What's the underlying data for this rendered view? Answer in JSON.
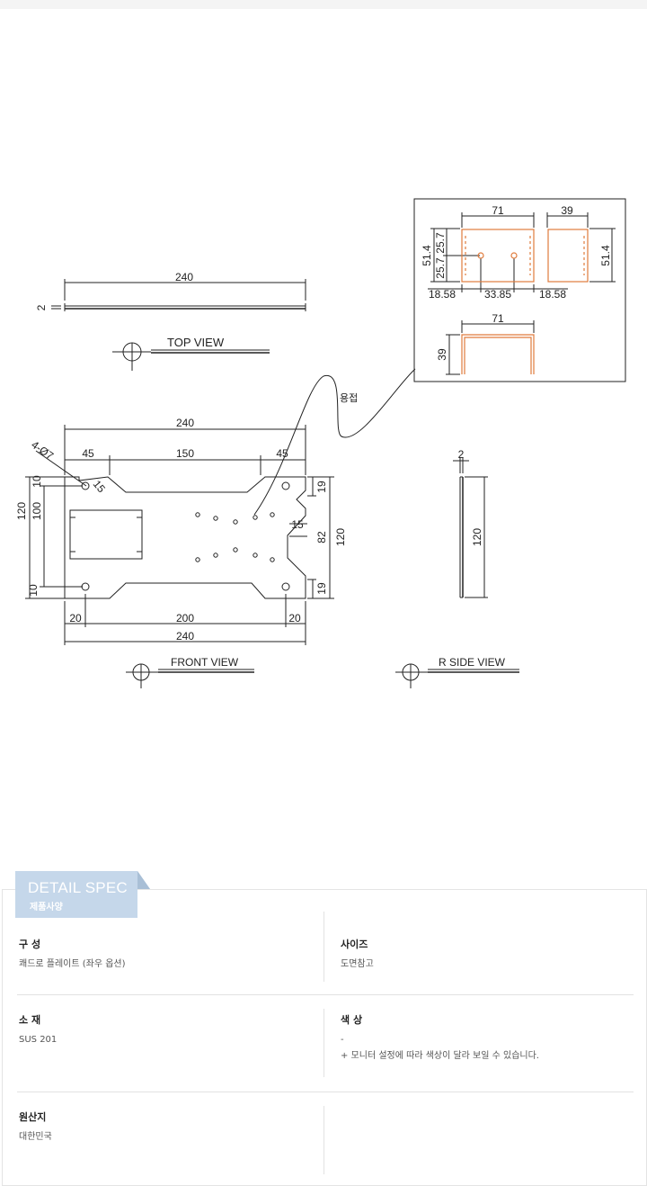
{
  "drawing": {
    "top_view": {
      "title": "TOP VIEW",
      "dim_length": "240",
      "dim_thickness": "2"
    },
    "front_view": {
      "title": "FRONT VIEW",
      "dim_total_top": "240",
      "dim_left": "45",
      "dim_mid": "150",
      "dim_right": "45",
      "hole_note": "4-Ø7",
      "dim_15_top": "15",
      "dim_height_120": "120",
      "dim_height_100": "100",
      "dim_10_top": "10",
      "dim_10_bottom": "10",
      "dim_19_top": "19",
      "dim_15_right": "15",
      "dim_82": "82",
      "dim_19_bottom": "19",
      "dim_120_right": "120",
      "dim_20_left": "20",
      "dim_200": "200",
      "dim_20_right": "20",
      "dim_total_bottom": "240"
    },
    "side_view": {
      "title": "R SIDE VIEW",
      "dim_thickness": "2",
      "dim_height": "120"
    },
    "weld_label": "용접",
    "detail_box": {
      "dim_71_a": "71",
      "dim_39_a": "39",
      "dim_51_4_left": "51.4",
      "dim_25_7_a": "25.7",
      "dim_25_7_b": "25.7",
      "dim_51_4_right": "51.4",
      "dim_18_58_left": "18.58",
      "dim_33_85": "33.85",
      "dim_18_58_right": "18.58",
      "dim_71_b": "71",
      "dim_39_b": "39"
    }
  },
  "spec": {
    "tab_title": "DETAIL SPEC",
    "tab_subtitle": "제품사양",
    "items": [
      {
        "label": "구 성",
        "values": [
          "쾌드로 플레이트 (좌우 옵션)"
        ]
      },
      {
        "label": "사이즈",
        "values": [
          "도면참고"
        ]
      },
      {
        "label": "소 재",
        "values": [
          "SUS 201"
        ]
      },
      {
        "label": "색 상",
        "values": [
          "-",
          "+ 모니터 설정에 따라 색상이 달라 보일 수 있습니다."
        ]
      },
      {
        "label": "원산지",
        "values": [
          "대한민국"
        ]
      }
    ]
  },
  "colors": {
    "orange": "#e07b3c",
    "tab_blue": "#c5d7ea",
    "line": "#222222"
  }
}
